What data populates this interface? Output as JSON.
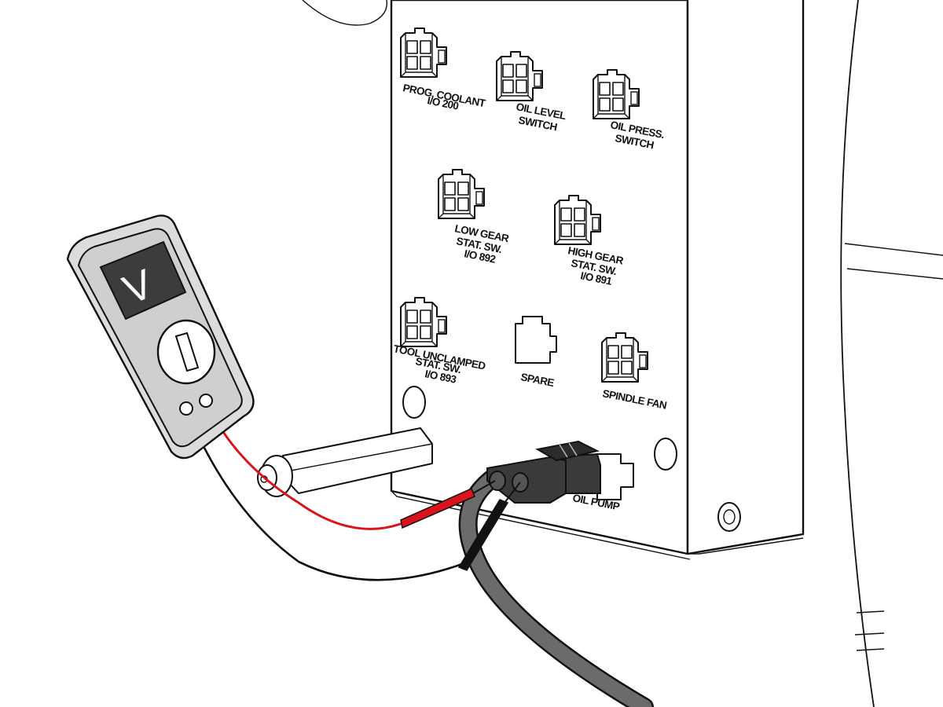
{
  "meter": {
    "display": "V",
    "icon": "multimeter-icon"
  },
  "connectors": [
    {
      "id": "prog-coolant",
      "lines": [
        "PROG. COOLANT",
        "I/O 200"
      ]
    },
    {
      "id": "oil-level",
      "lines": [
        "OIL LEVEL",
        "SWITCH"
      ]
    },
    {
      "id": "oil-press",
      "lines": [
        "OIL PRESS.",
        "SWITCH"
      ]
    },
    {
      "id": "low-gear",
      "lines": [
        "LOW GEAR",
        "STAT. SW.",
        "I/O 892"
      ]
    },
    {
      "id": "high-gear",
      "lines": [
        "HIGH GEAR",
        "STAT. SW.",
        "I/O 891"
      ]
    },
    {
      "id": "tool-unclamped",
      "lines": [
        "TOOL UNCLAMPED",
        "STAT. SW.",
        "I/O 893"
      ]
    },
    {
      "id": "spare",
      "lines": [
        "SPARE"
      ]
    },
    {
      "id": "spindle-fan",
      "lines": [
        "SPINDLE FAN"
      ]
    },
    {
      "id": "oil-pump",
      "lines": [
        "OIL PUMP"
      ]
    }
  ],
  "colors": {
    "red_lead": "#d9141c",
    "black_lead": "#111111",
    "cable": "#6b6b6b",
    "plug": "#3a3a3a",
    "meter_screen": "#3c3c3c"
  }
}
